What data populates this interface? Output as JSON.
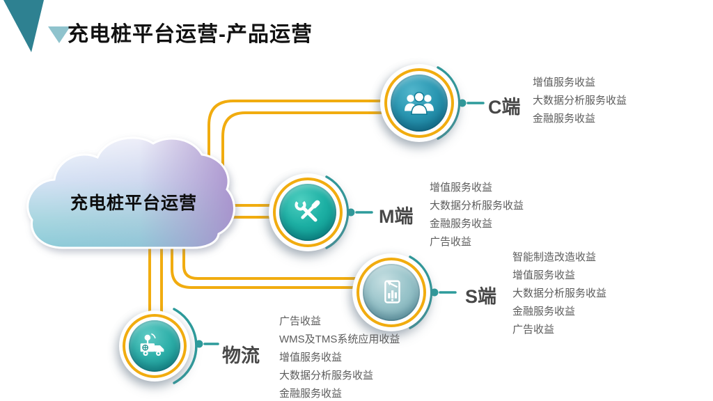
{
  "slide": {
    "title": "充电桩平台运营-产品运营",
    "cloud_label": "充电桩平台运营"
  },
  "colors": {
    "connector_yellow": "#F1AC0F",
    "bracket_teal": "#2D9B9B",
    "title_triangle_dark": "#2E8191",
    "title_triangle_light": "#8FC3CD",
    "node_teal_c": "#2191AD",
    "node_teal_m": "#17AB9F",
    "node_teal_s": "#99C4CA",
    "node_teal_logistics": "#2FB0AA",
    "label_gray": "#484848",
    "list_gray": "#5C5C5C"
  },
  "nodes": [
    {
      "id": "c-side",
      "label": "C端",
      "icon": "users-icon",
      "items": [
        "增值服务收益",
        "大数据分析服务收益",
        "金融服务收益"
      ]
    },
    {
      "id": "m-side",
      "label": "M端",
      "icon": "tools-icon",
      "items": [
        "增值服务收益",
        "大数据分析服务收益",
        "金融服务收益",
        "广告收益"
      ]
    },
    {
      "id": "s-side",
      "label": "S端",
      "icon": "tablet-chart-icon",
      "items": [
        "智能制造改造收益",
        "增值服务收益",
        "大数据分析服务收益",
        "金融服务收益",
        "广告收益"
      ]
    },
    {
      "id": "logistics",
      "label": "物流",
      "icon": "truck-icon",
      "items": [
        "广告收益",
        "WMS及TMS系统应用收益",
        "增值服务收益",
        "大数据分析服务收益",
        "金融服务收益"
      ]
    }
  ]
}
